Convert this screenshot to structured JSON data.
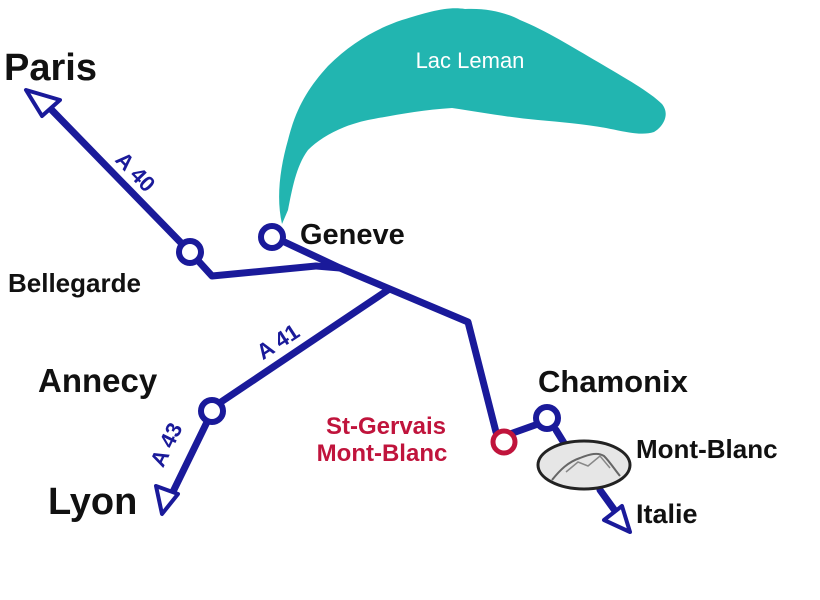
{
  "lake": {
    "name": "Lac Leman",
    "color": "#22b5b0"
  },
  "cities": {
    "paris": "Paris",
    "geneve": "Geneve",
    "bellegarde": "Bellegarde",
    "annecy": "Annecy",
    "lyon": "Lyon",
    "chamonix": "Chamonix",
    "mont_blanc": "Mont-Blanc",
    "italie": "Italie"
  },
  "highlight": {
    "line1": "St-Gervais",
    "line2": "Mont-Blanc",
    "color": "#c0143c"
  },
  "roads": {
    "a40": "A 40",
    "a41": "A 41",
    "a43": "A 43",
    "color": "#1a1a9a"
  }
}
